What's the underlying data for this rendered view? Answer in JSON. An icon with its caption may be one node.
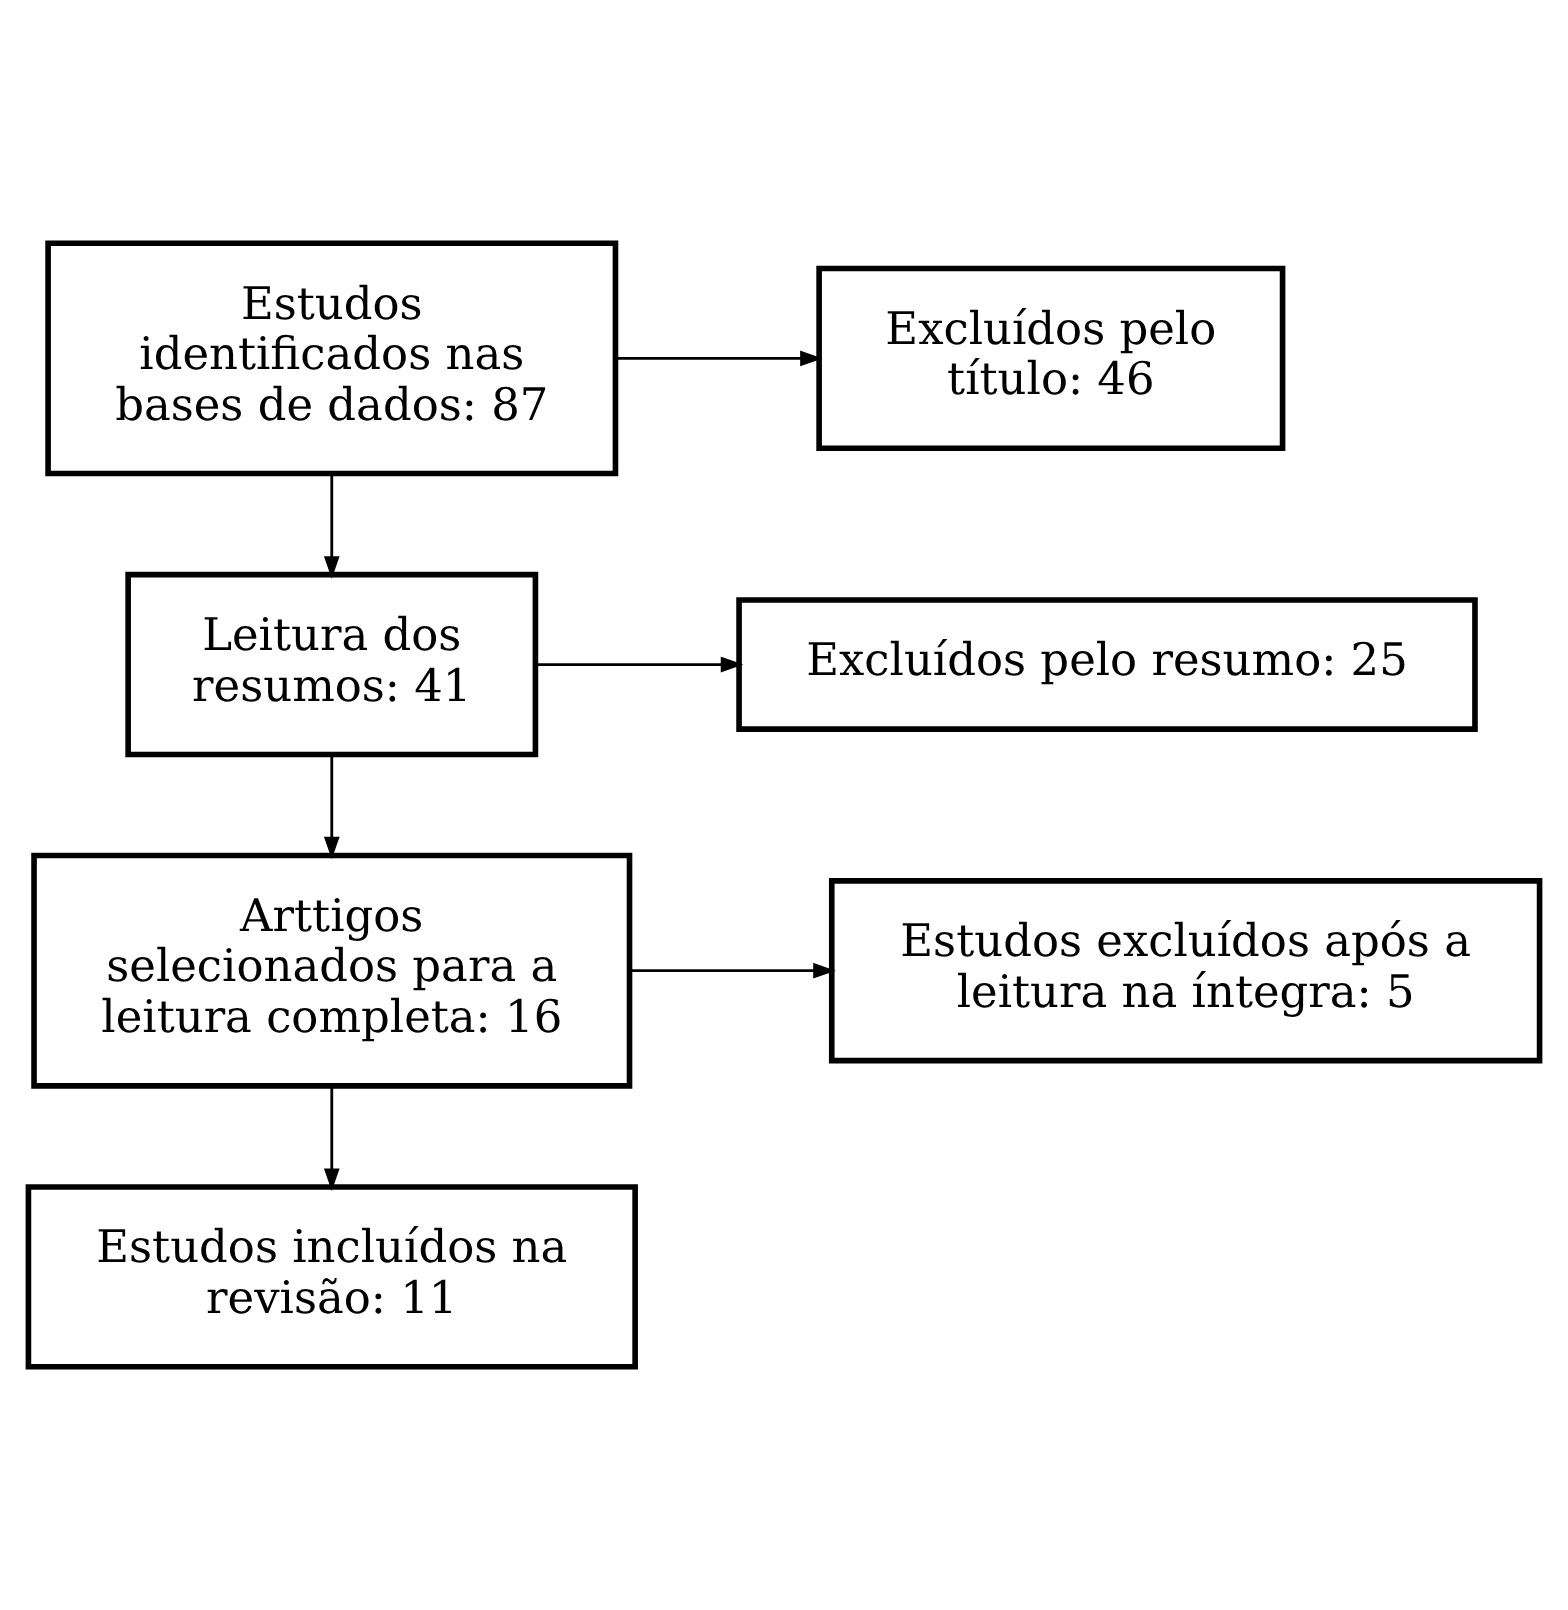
{
  "diagram": {
    "nodes": [
      {
        "text": [
          "Estudos identificados nas bases de dados: 87"
        ]
      },
      {
        "text": [
          "Excluídos pelo título: 46"
        ]
      },
      {
        "text": [
          "Leitura dos resumos: 41"
        ]
      },
      {
        "text": [
          "Excluídos pelo resumo: 25"
        ]
      },
      {
        "text": [
          "Arttigos selecionados para a leitura completa: 16"
        ]
      },
      {
        "text": [
          "Estudos excluídos após a leitura na íntegra: 5"
        ]
      },
      {
        "text": [
          "Estudos incluídos na revisão: 11"
        ]
      }
    ],
    "edges": [
      {
        "from": 0,
        "to": 2,
        "arrow": "to"
      },
      {
        "from": 0,
        "to": 1,
        "arrow": "to"
      },
      {
        "from": 2,
        "to": 4,
        "arrow": "to"
      },
      {
        "from": 2,
        "to": 3,
        "arrow": "to"
      },
      {
        "from": 4,
        "to": 6,
        "arrow": "to"
      },
      {
        "from": 4,
        "to": 5,
        "arrow": "to"
      }
    ]
  }
}
